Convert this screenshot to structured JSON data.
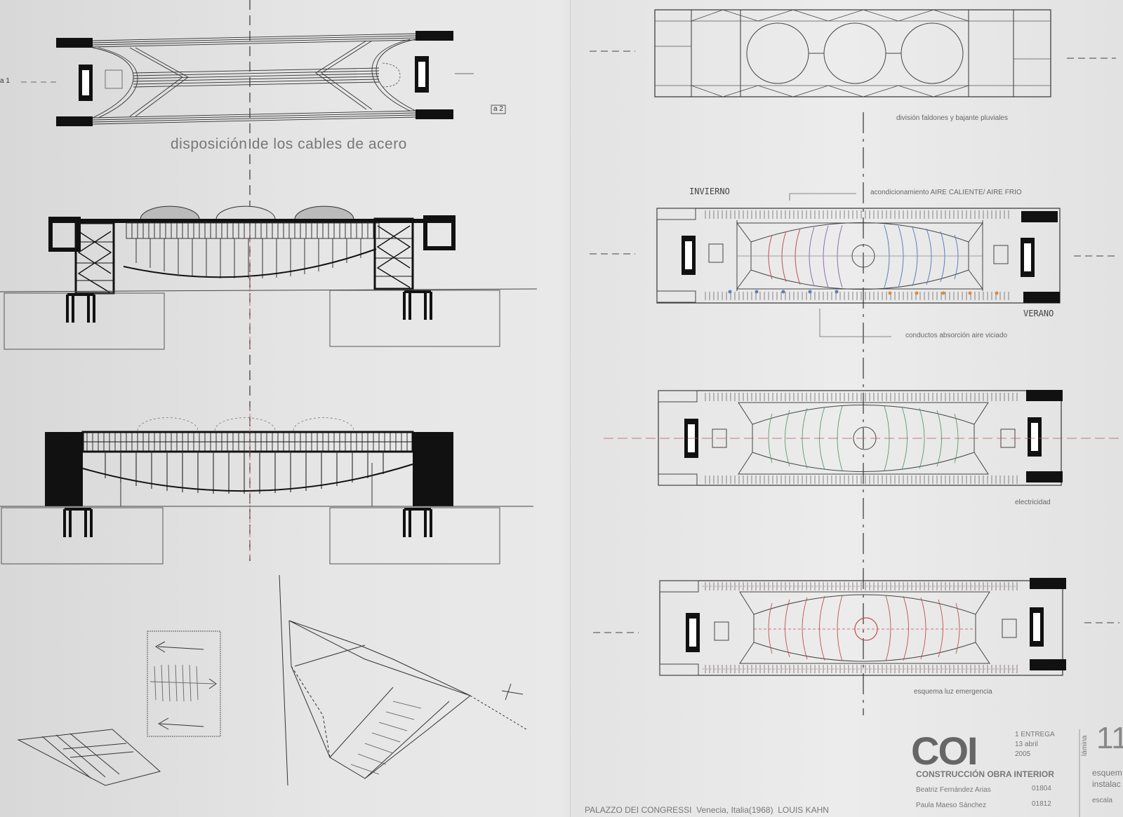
{
  "left_panel": {
    "cables_label": "disposición de los cables de acero",
    "marker_a1": "a 1",
    "marker_a2": "a 2"
  },
  "right_panel": {
    "roof_label": "división faldones y bajante pluviales",
    "hvac_label": "acondicionamiento  AIRE CALIENTE/ AIRE FRIO",
    "winter_note": "INVIERNO",
    "summer_note": "VERANO",
    "exhaust_label": "conductos absorción aire viciado",
    "electric_label": "electricidad",
    "emergency_label": "esquema luz emergencia"
  },
  "title_block": {
    "code": "COI",
    "subject": "CONSTRUCCIÓN OBRA INTERIOR",
    "delivery": [
      "1  ENTREGA",
      "13 abril",
      "2005"
    ],
    "students": [
      {
        "name": "Beatriz Fernández Arias",
        "id": "01804"
      },
      {
        "name": "Paula Maeso Sánchez",
        "id": "01812"
      }
    ],
    "project": "PALAZZO DEI CONGRESSI",
    "location": "Venecia, Italia(1968)",
    "architect": "LOUIS KAHN",
    "sheet_word": "lámina",
    "sheet_number": "11",
    "content_1": "esquem",
    "content_2": "instalac",
    "scale_word": "escala"
  },
  "colors": {
    "ink": "#1a1a1a",
    "red_duct": "#c0504d",
    "blue_duct": "#5a7fb8",
    "orange_duct": "#e08a3a",
    "green_elec": "#5a9a6a",
    "purple_air": "#8a6fb0"
  }
}
